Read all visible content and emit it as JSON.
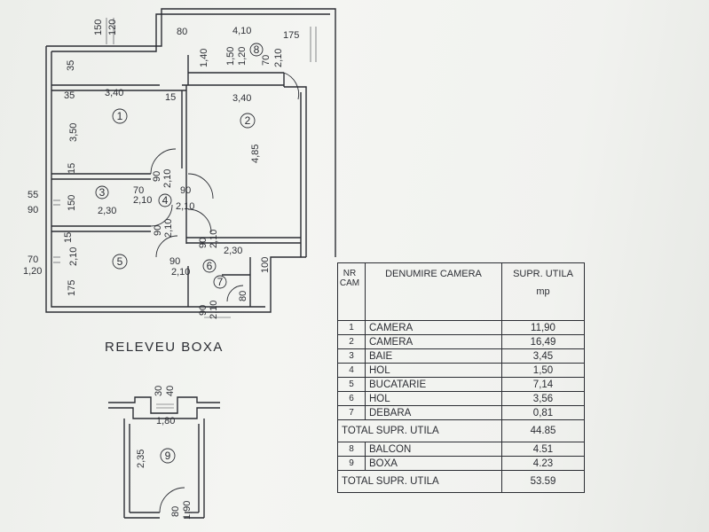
{
  "rooms": [
    {
      "nr": "1",
      "name": "CAMERA",
      "area": "11,90"
    },
    {
      "nr": "2",
      "name": "CAMERA",
      "area": "16,49"
    },
    {
      "nr": "3",
      "name": "BAIE",
      "area": "3,45"
    },
    {
      "nr": "4",
      "name": "HOL",
      "area": "1,50"
    },
    {
      "nr": "5",
      "name": "BUCATARIE",
      "area": "7,14"
    },
    {
      "nr": "6",
      "name": "HOL",
      "area": "3,56"
    },
    {
      "nr": "7",
      "name": "DEBARA",
      "area": "0,81"
    }
  ],
  "table_header": {
    "nr": "NR CAM",
    "name": "DENUMIRE CAMERA",
    "area": "SUPR. UTILA",
    "unit": "mp"
  },
  "total_util_label": "TOTAL SUPR. UTILA",
  "total_util_value": "44.85",
  "extras": [
    {
      "nr": "8",
      "name": "BALCON",
      "area": "4.51"
    },
    {
      "nr": "9",
      "name": "BOXA",
      "area": "4.23"
    }
  ],
  "grand_total_label": "TOTAL SUPR. UTILA",
  "grand_total_value": "53.59",
  "boxa_title": "RELEVEU BOXA",
  "plan_dims": {
    "d150": "150",
    "d120": "120",
    "d80": "80",
    "d410": "4,10",
    "d175": "175",
    "d150b": "1,50",
    "d120b": "1,20",
    "d140": "1,40",
    "d70": "70",
    "d210": "2,10",
    "d35": "35",
    "d340a": "3,40",
    "d15": "15",
    "d340b": "3,40",
    "d350": "3,50",
    "d485": "4,85",
    "d90": "90",
    "d55": "55",
    "d230": "2,30",
    "d230b": "2,30",
    "d100": "100",
    "d175b": "175",
    "d70b": "70",
    "d120c": "1,20"
  },
  "boxa_dims": {
    "d30": "30",
    "d40": "40",
    "d180": "1,80",
    "d235": "2,35",
    "d80": "80",
    "d190": "1,90"
  },
  "room_numbers": [
    "1",
    "2",
    "3",
    "4",
    "5",
    "6",
    "7",
    "8",
    "9"
  ]
}
